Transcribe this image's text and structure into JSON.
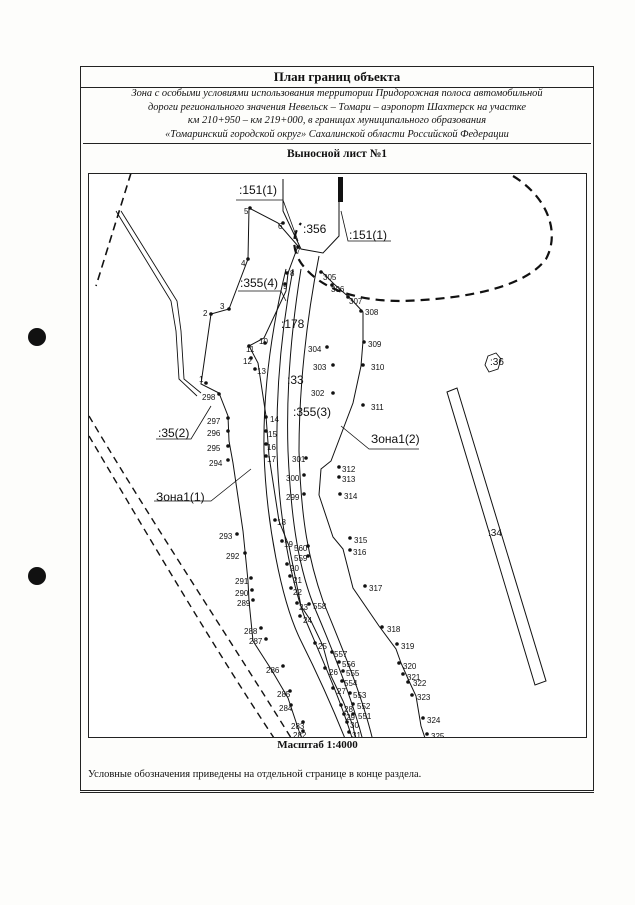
{
  "document": {
    "title": "План границ объекта",
    "description_lines": [
      "Зона с особыми условиями использования территории Придорожная полоса автомобильной",
      "дороги регионального значения Невельск – Томари – аэропорт Шахтерск на участке",
      "км 210+950 – км 219+000, в границах муниципального образования",
      "«Томаринский городской округ» Сахалинской области Российской Федерации"
    ],
    "sheet_title": "Выносной лист №1",
    "scale": "Масштаб 1:4000",
    "legend_note": "Условные обозначения приведены на отдельной странице в конце раздела."
  },
  "map": {
    "parcel_labels": [
      ":151(1)",
      ":356",
      ":151(1)",
      ":355(4)",
      ":178",
      ":33",
      ":355(3)",
      ":35(2)",
      ":36",
      ":34"
    ],
    "zone_labels": [
      "Зона1(1)",
      "Зона1(2)"
    ],
    "points": [
      "1",
      "2",
      "3",
      "4",
      "5",
      "6",
      "7",
      "8",
      "9",
      "10",
      "11",
      "12",
      "13",
      "14",
      "15",
      "16",
      "17",
      "18",
      "19",
      "20",
      "21",
      "22",
      "23",
      "24",
      "25",
      "26",
      "27",
      "28",
      "29",
      "30",
      "31",
      "282",
      "283",
      "284",
      "285",
      "286",
      "287",
      "288",
      "289",
      "290",
      "291",
      "292",
      "293",
      "294",
      "295",
      "296",
      "297",
      "298",
      "299",
      "300",
      "301",
      "302",
      "303",
      "304",
      "305",
      "306",
      "307",
      "308",
      "309",
      "310",
      "311",
      "312",
      "313",
      "314",
      "315",
      "316",
      "317",
      "318",
      "319",
      "320",
      "321",
      "322",
      "323",
      "324",
      "325",
      "551",
      "552",
      "553",
      "554",
      "555",
      "556",
      "557",
      "558",
      "559",
      "560"
    ]
  }
}
